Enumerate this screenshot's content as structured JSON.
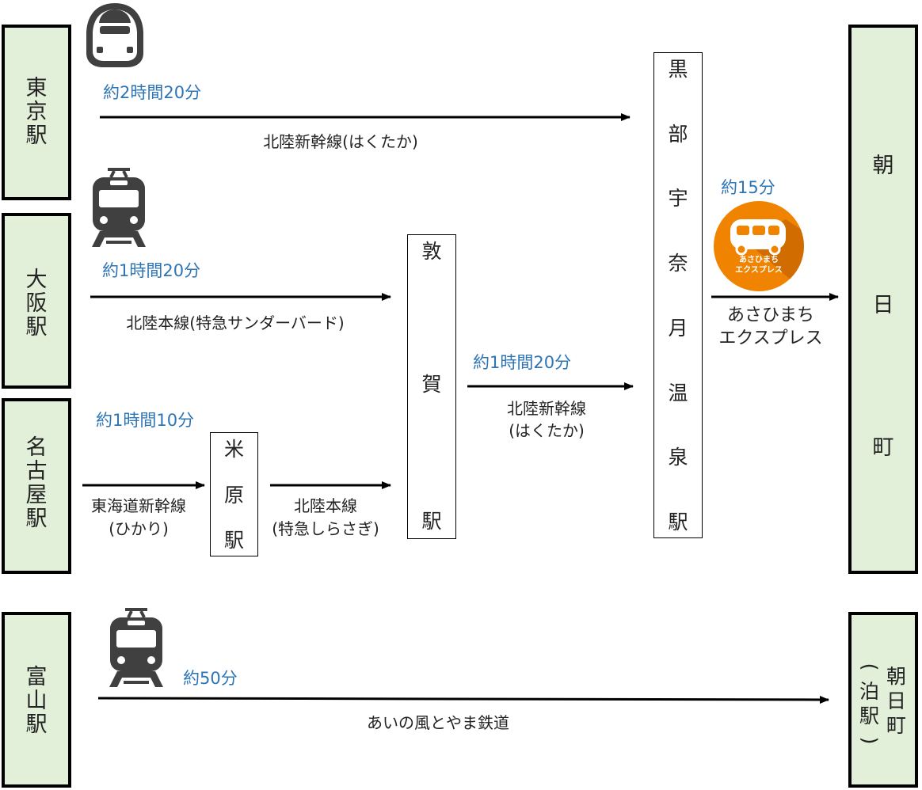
{
  "origins": {
    "tokyo": [
      "東",
      "京",
      "駅"
    ],
    "osaka": [
      "大",
      "阪",
      "駅"
    ],
    "nagoya": [
      "名",
      "古",
      "屋",
      "駅"
    ],
    "toyama": [
      "富",
      "山",
      "駅"
    ]
  },
  "destination": {
    "asahimachi": [
      "朝",
      "日",
      "町"
    ],
    "asahimachi_tomari_main": [
      "朝",
      "日",
      "町"
    ],
    "asahimachi_tomari_sub": [
      "(",
      "泊",
      "駅",
      ")"
    ]
  },
  "transfer_stations": {
    "maibara": [
      "米",
      "原",
      "駅"
    ],
    "tsuruga": [
      "敦",
      "賀",
      "駅"
    ],
    "kurobe": [
      "黒",
      "部",
      "宇",
      "奈",
      "月",
      "温",
      "泉",
      "駅"
    ]
  },
  "routes": {
    "tokyo": {
      "time": "約2時間20分",
      "line": "北陸新幹線(はくたか)"
    },
    "osaka": {
      "time": "約1時間20分",
      "line": "北陸本線(特急サンダーバード)"
    },
    "nagoya": {
      "time": "約1時間10分",
      "line_1": "東海道新幹線",
      "line_2": "(ひかり)"
    },
    "maibara_tsuruga": {
      "line_1": "北陸本線",
      "line_2": "(特急しらさぎ)"
    },
    "tsuruga_kurobe": {
      "time": "約1時間20分",
      "line_1": "北陸新幹線",
      "line_2": "(はくたか)"
    },
    "bus": {
      "time": "約15分",
      "line_1": "あさひまち",
      "line_2": "エクスプレス",
      "logo_1": "あさひまち",
      "logo_2": "エクスプレス"
    },
    "toyama": {
      "time": "約50分",
      "line": "あいの風とやま鉄道"
    }
  },
  "icons": {
    "shinkansen": "shinkansen-icon",
    "train": "train-icon",
    "bus": "bus-logo-icon"
  },
  "colors": {
    "origin_fill": "#e2efd9",
    "time_text": "#2e75b6",
    "bus_orange": "#f08300",
    "icon_gray": "#404040"
  }
}
